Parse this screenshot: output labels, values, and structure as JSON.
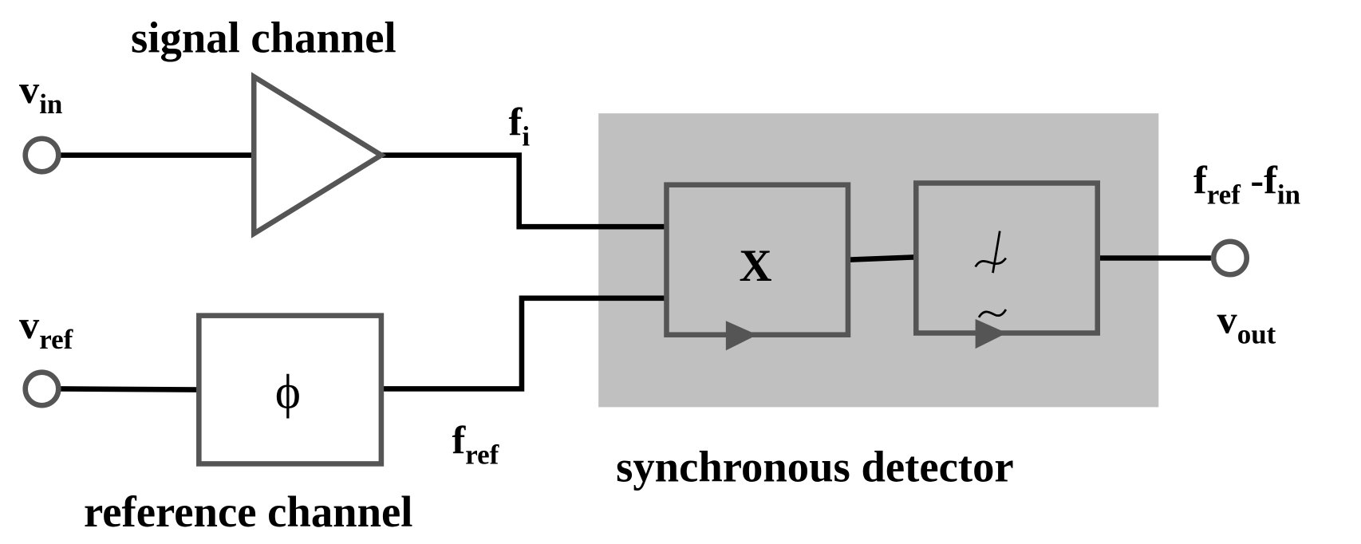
{
  "labels": {
    "signal_channel": "signal channel",
    "reference_channel": "reference channel",
    "synchronous_detector": "synchronous detector",
    "vin_main": "v",
    "vin_sub": "in",
    "vref_main": "v",
    "vref_sub": "ref",
    "vout_main": "v",
    "vout_sub": "out",
    "fi_main": "f",
    "fi_sub": "i",
    "fref_main": "f",
    "fref_sub": "ref",
    "diff_main1": "f",
    "diff_sub1": "ref",
    "diff_main2": " -f",
    "diff_sub2": "in",
    "mixer_symbol": "X",
    "phase_symbol": "ϕ",
    "lowpass_symbol_top": "⊄",
    "lowpass_symbol_bottom": "~"
  },
  "colors": {
    "detector_fill": "#c0c0c0",
    "block_stroke": "#555555",
    "wire": "#000000"
  }
}
